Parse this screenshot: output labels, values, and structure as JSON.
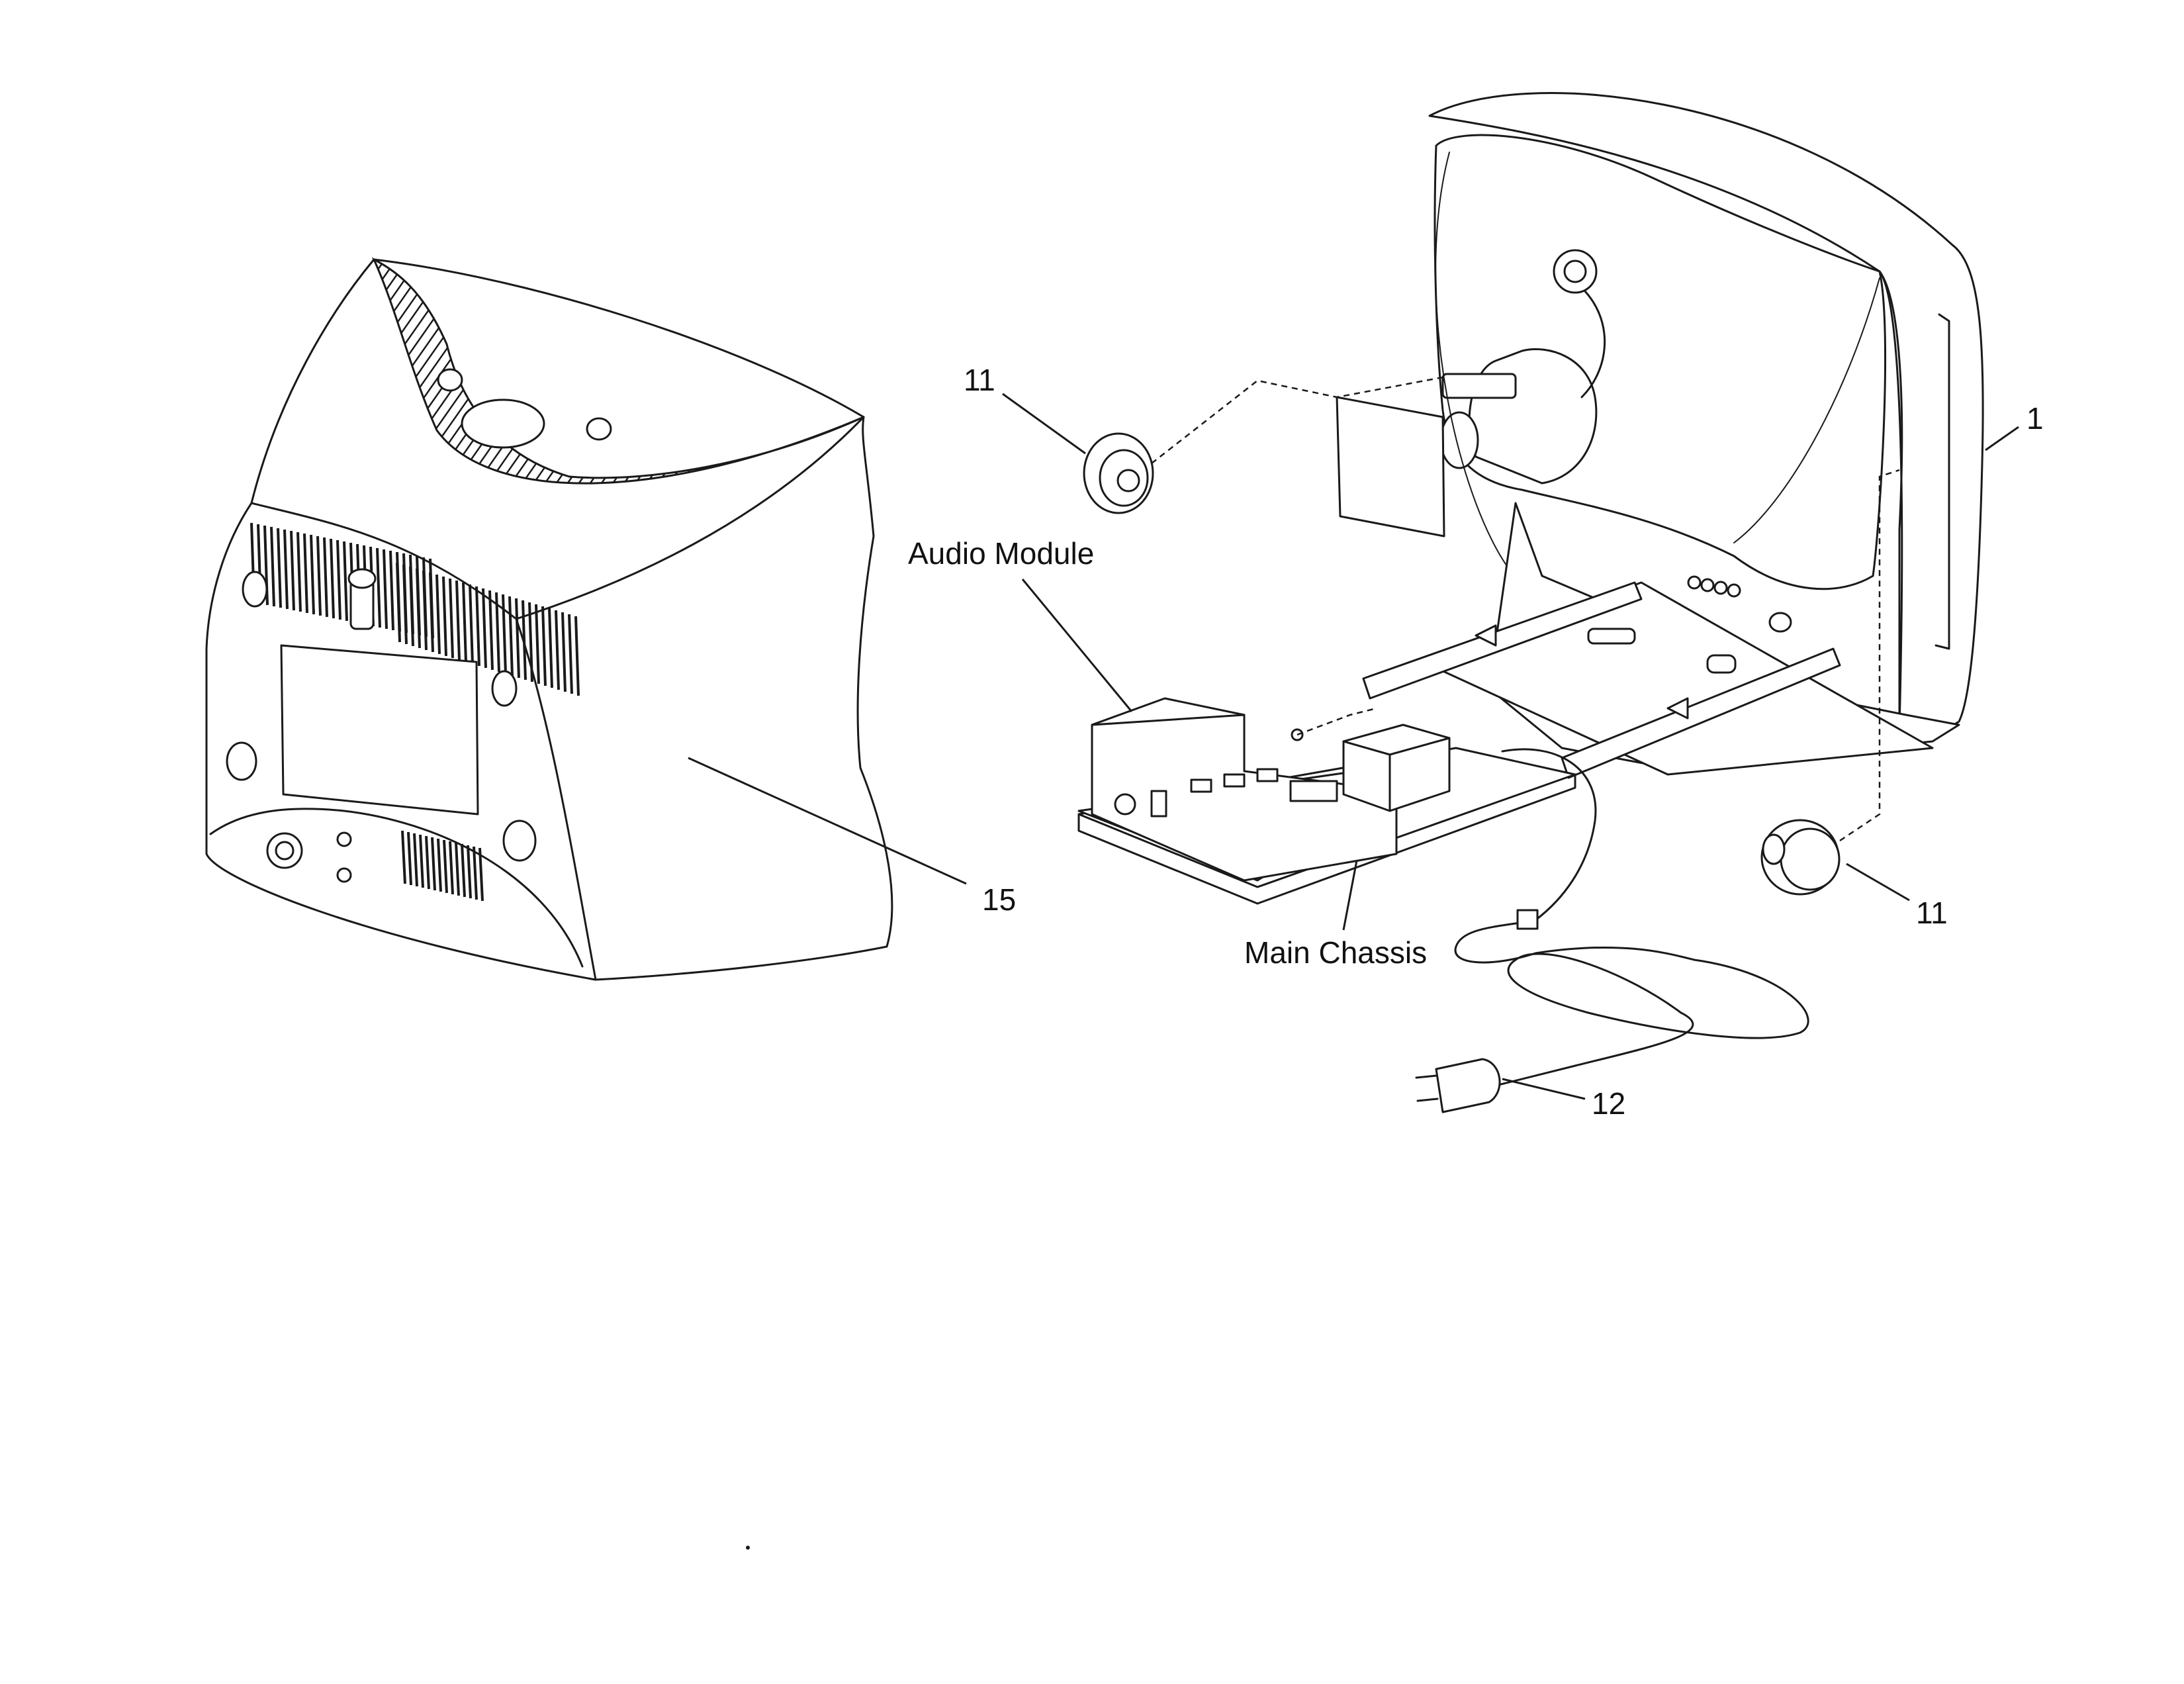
{
  "callouts": {
    "c1": "1",
    "c11_left": "11",
    "c11_right": "11",
    "c12": "12",
    "c15": "15",
    "audio_module": "Audio Module",
    "main_chassis": "Main Chassis"
  },
  "colors": {
    "ink": "#1a1a1a",
    "paper": "#ffffff"
  }
}
